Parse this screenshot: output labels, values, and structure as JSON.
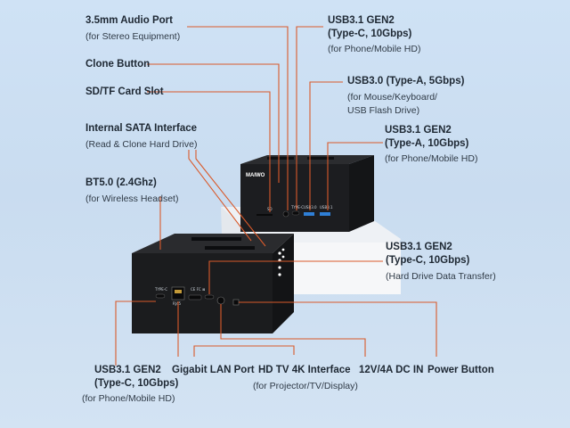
{
  "brand": "MAIWO",
  "back_panel": {
    "typec_tag": "TYPE-C",
    "rj45_tag": "RJ45",
    "ce_marks": "CE FC ⊠"
  },
  "front_panel": {
    "sd_tag": "SD",
    "typec_tag": "TYPE-C",
    "usb3_tag": "USB3.0",
    "usb31_tag": "USB3.1"
  },
  "callouts": [
    {
      "id": "audio-port",
      "title": "3.5mm Audio Port",
      "sub": [
        "(for Stereo Equipment)"
      ]
    },
    {
      "id": "clone-button",
      "title": "Clone Button",
      "sub": []
    },
    {
      "id": "sd-tf-slot",
      "title": "SD/TF Card Slot",
      "sub": []
    },
    {
      "id": "sata-interface",
      "title": "Internal SATA Interface",
      "sub": [
        "(Read & Clone Hard Drive)"
      ]
    },
    {
      "id": "bluetooth",
      "title": "BT5.0 (2.4Ghz)",
      "sub": [
        "(for Wireless Headset)"
      ]
    },
    {
      "id": "usb31-typec-top",
      "title": "USB3.1 GEN2",
      "title2": "(Type-C, 10Gbps)",
      "sub": [
        "(for Phone/Mobile HD)"
      ]
    },
    {
      "id": "usb30-typea",
      "title": "USB3.0 (Type-A, 5Gbps)",
      "sub": [
        "(for Mouse/Keyboard/",
        "USB Flash Drive)"
      ]
    },
    {
      "id": "usb31-typea",
      "title": "USB3.1 GEN2",
      "title2": "(Type-A, 10Gbps)",
      "sub": [
        "(for Phone/Mobile HD)"
      ]
    },
    {
      "id": "usb31-typec-hdd",
      "title": "USB3.1 GEN2",
      "title2": "(Type-C, 10Gbps)",
      "sub": [
        "(Hard Drive Data Transfer)"
      ]
    },
    {
      "id": "usb31-typec-bottom",
      "title": "USB3.1 GEN2",
      "title2": "(Type-C, 10Gbps)",
      "sub": [
        "(for Phone/Mobile HD)"
      ]
    },
    {
      "id": "lan-port",
      "title": "Gigabit LAN Port",
      "sub": []
    },
    {
      "id": "hdtv",
      "title": "HD TV 4K Interface",
      "sub": [
        "(for Projector/TV/Display)"
      ]
    },
    {
      "id": "dc-in",
      "title": "12V/4A DC IN",
      "sub": []
    },
    {
      "id": "power-button",
      "title": "Power Button",
      "sub": []
    }
  ],
  "colors": {
    "background": "#cfe2f5",
    "leader_line": "#d95a2b",
    "device": "#1b1c1e",
    "device_top": "#2a2b2e",
    "pedestal": "#f4f5f7"
  }
}
